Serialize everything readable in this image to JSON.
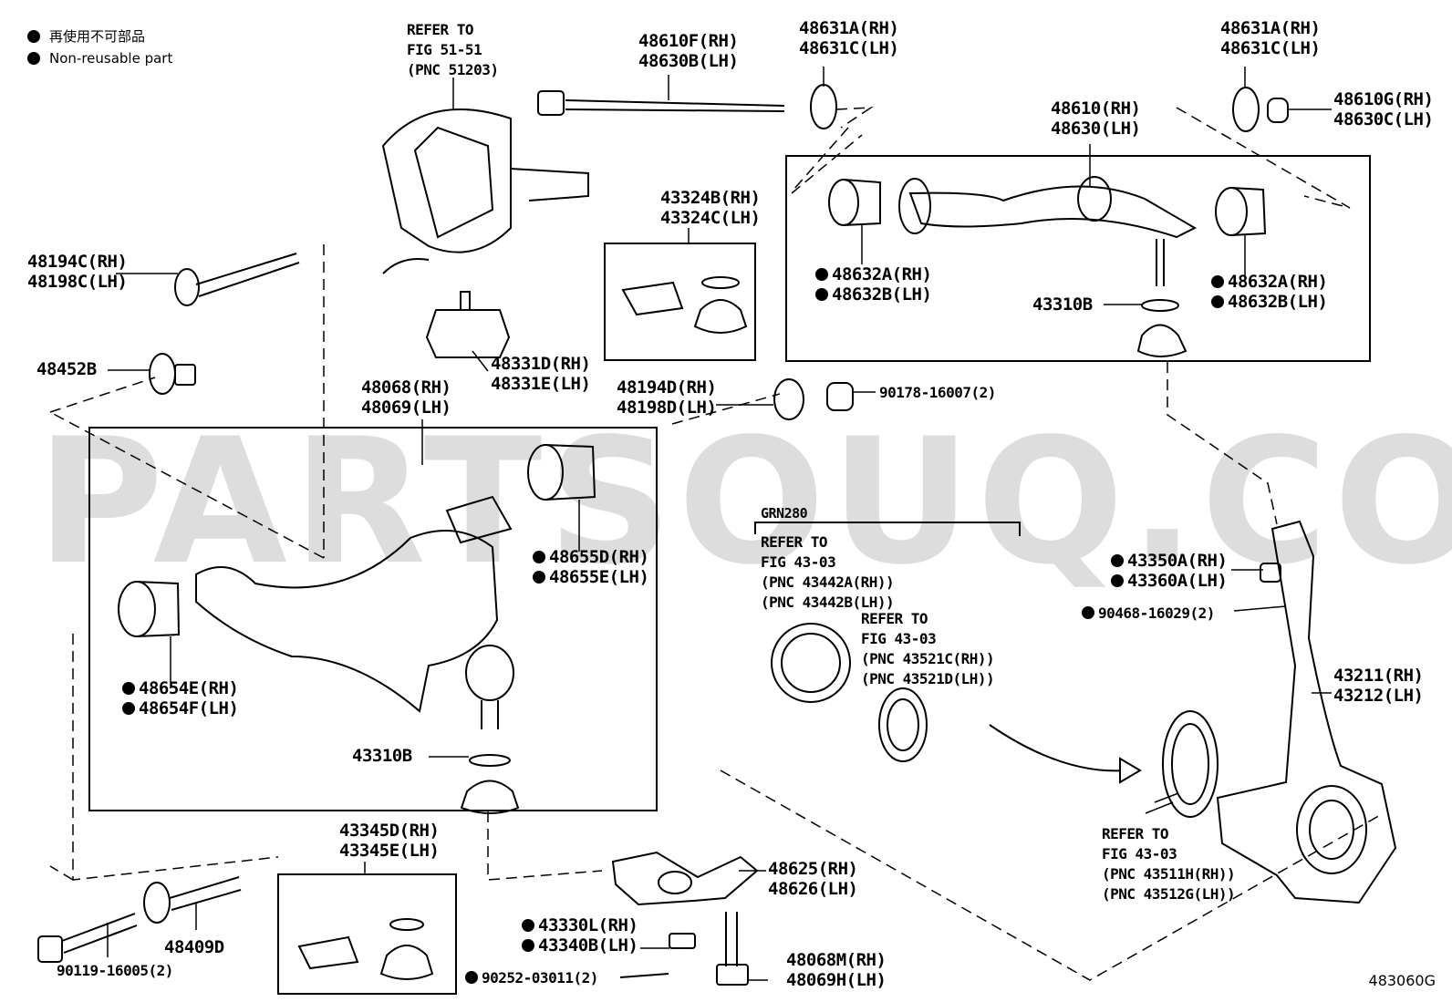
{
  "legend": {
    "jp": "再使用不可部品",
    "en": "Non-reusable part"
  },
  "watermark": "PARTSOUQ.COM",
  "diagram_code": "483060G",
  "refs": {
    "ref_51203": [
      "REFER TO",
      "FIG 51-51",
      "(PNC 51203)"
    ],
    "ref_43442": [
      "REFER TO",
      "FIG 43-03",
      "(PNC 43442A(RH))",
      "(PNC 43442B(LH))"
    ],
    "grn": "GRN280",
    "ref_43521": [
      "REFER TO",
      "FIG 43-03",
      "(PNC 43521C(RH))",
      "(PNC 43521D(LH))"
    ],
    "ref_43511": [
      "REFER TO",
      "FIG 43-03",
      "(PNC 43511H(RH))",
      "(PNC 43512G(LH))"
    ]
  },
  "parts": {
    "p48610F": [
      "48610F(RH)",
      "48630B(LH)"
    ],
    "p48631A_l": [
      "48631A(RH)",
      "48631C(LH)"
    ],
    "p48631A_r": [
      "48631A(RH)",
      "48631C(LH)"
    ],
    "p48610G": [
      "48610G(RH)",
      "48630C(LH)"
    ],
    "p48610": [
      "48610(RH)",
      "48630(LH)"
    ],
    "p48632_l": [
      "48632A(RH)",
      "48632B(LH)"
    ],
    "p48632_r": [
      "48632A(RH)",
      "48632B(LH)"
    ],
    "p43310B_u": "43310B",
    "p48194C": [
      "48194C(RH)",
      "48198C(LH)"
    ],
    "p48452B": "48452B",
    "p43324B": [
      "43324B(RH)",
      "43324C(LH)"
    ],
    "p48331D": [
      "48331D(RH)",
      "48331E(LH)"
    ],
    "p48068": [
      "48068(RH)",
      "48069(LH)"
    ],
    "p48194D": [
      "48194D(RH)",
      "48198D(LH)"
    ],
    "p90178": "90178-16007(2)",
    "p48655D": [
      "48655D(RH)",
      "48655E(LH)"
    ],
    "p48654E": [
      "48654E(RH)",
      "48654F(LH)"
    ],
    "p43310B_l": "43310B",
    "p43350A": [
      "43350A(RH)",
      "43360A(LH)"
    ],
    "p90468": "90468-16029(2)",
    "p43211": [
      "43211(RH)",
      "43212(LH)"
    ],
    "p43345D": [
      "43345D(RH)",
      "43345E(LH)"
    ],
    "p48409D": "48409D",
    "p90119": "90119-16005(2)",
    "p48625": [
      "48625(RH)",
      "48626(LH)"
    ],
    "p43330L": [
      "43330L(RH)",
      "43340B(LH)"
    ],
    "p90252": "90252-03011(2)",
    "p48068M": [
      "48068M(RH)",
      "48069H(LH)"
    ]
  }
}
